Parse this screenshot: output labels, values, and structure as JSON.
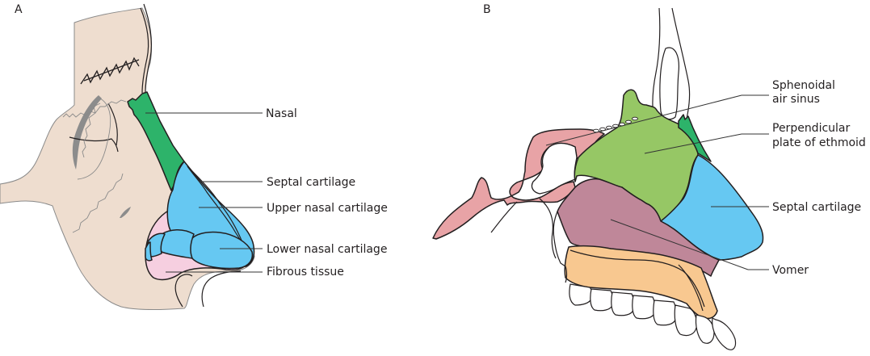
{
  "figure": {
    "panels": [
      {
        "id": "A",
        "label": "A",
        "description": "Lateral view of external nose",
        "labels": [
          {
            "text": "Nasal",
            "color": "#2db36a"
          },
          {
            "text": "Septal cartilage",
            "color": "#66c8f2"
          },
          {
            "text": "Upper nasal cartilage",
            "color": "#66c8f2"
          },
          {
            "text": "Lower nasal cartilage",
            "color": "#66c8f2"
          },
          {
            "text": "Fibrous tissue",
            "color": "#f6cfe0"
          }
        ]
      },
      {
        "id": "B",
        "label": "B",
        "description": "Nasal septum, sagittal view",
        "labels": [
          {
            "line1": "Sphenoidal",
            "line2": "air sinus",
            "color": "#e8a3a6"
          },
          {
            "line1": "Perpendicular",
            "line2": "plate of ethmoid",
            "color": "#96c765"
          },
          {
            "text": "Septal cartilage",
            "color": "#66c8f2"
          },
          {
            "text": "Vomer",
            "color": "#bf8799"
          }
        ]
      }
    ],
    "colors": {
      "skin": "#eeddcf",
      "nasal_bone": "#2db36a",
      "cartilage": "#66c8f2",
      "fibrous": "#f6cfe0",
      "ethmoid": "#96c765",
      "sphenoid": "#e8a3a6",
      "vomer": "#bf8799",
      "maxilla": "#f8c890",
      "outline": "#231f20"
    }
  }
}
